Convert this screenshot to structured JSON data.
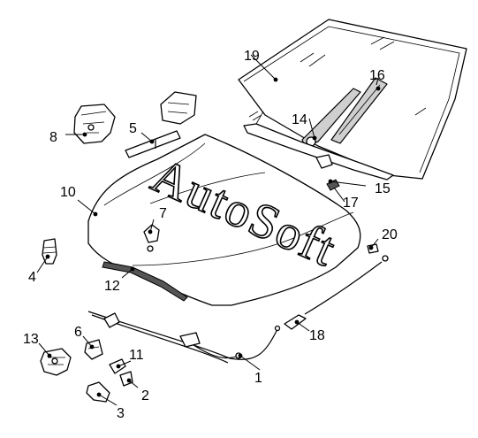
{
  "watermark": "AutoSoft",
  "callouts": {
    "c1": "1",
    "c2": "2",
    "c3": "3",
    "c4": "4",
    "c5": "5",
    "c6": "6",
    "c7": "7",
    "c8": "8",
    "c10": "10",
    "c11": "11",
    "c12": "12",
    "c13": "13",
    "c14": "14",
    "c15": "15",
    "c16": "16",
    "c17": "17",
    "c18": "18",
    "c19": "19",
    "c20": "20"
  }
}
